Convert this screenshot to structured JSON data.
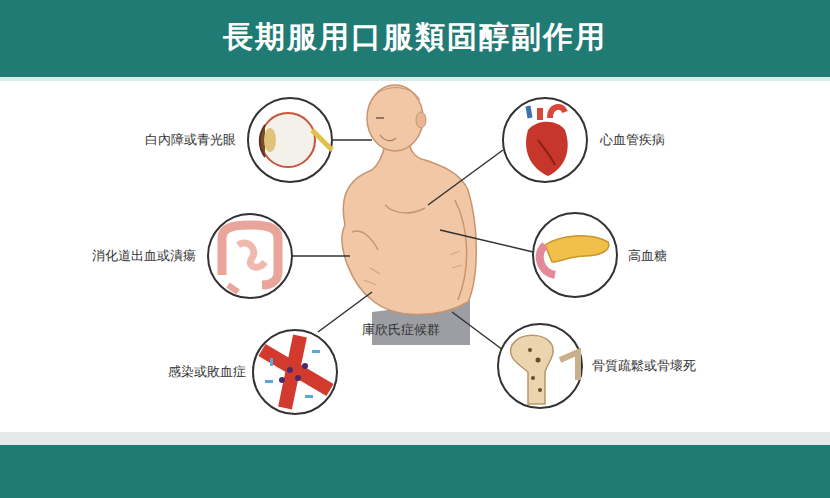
{
  "diagram": {
    "title": "長期服用口服類固醇副作用",
    "labels": [
      "白內障或青光眼",
      "心血管疾病",
      "消化道出血或潰瘍",
      "高血糖",
      "庫欣氏症候群",
      "感染或敗血症",
      "骨質疏鬆或骨壞死"
    ]
  }
}
